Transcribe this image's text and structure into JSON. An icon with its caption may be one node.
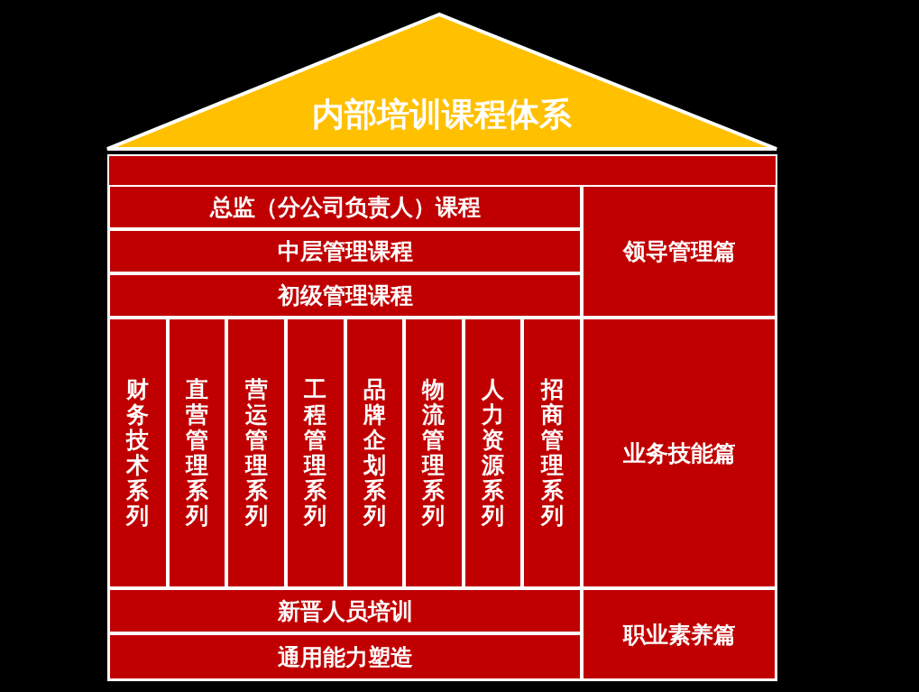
{
  "diagram": {
    "nodes": [
      {
        "text": [
          "内部培训课程体系"
        ]
      },
      {
        "text": [
          "总监（分公司负责人）课程"
        ]
      },
      {
        "text": [
          "中层管理课程"
        ]
      },
      {
        "text": [
          "初级管理课程"
        ]
      },
      {
        "text": [
          "领导管理篇"
        ]
      },
      {
        "text": [
          "财务技术系列"
        ]
      },
      {
        "text": [
          "直营管理系列"
        ]
      },
      {
        "text": [
          "营运管理系列"
        ]
      },
      {
        "text": [
          "工程管理系列"
        ]
      },
      {
        "text": [
          "品牌企划系列"
        ]
      },
      {
        "text": [
          "物流管理系列"
        ]
      },
      {
        "text": [
          "人力资源系列"
        ]
      },
      {
        "text": [
          "招商管理系列"
        ]
      },
      {
        "text": [
          "业务技能篇"
        ]
      },
      {
        "text": [
          "新晋人员培训"
        ]
      },
      {
        "text": [
          "通用能力塑造"
        ]
      },
      {
        "text": [
          "职业素养篇"
        ]
      }
    ],
    "edges": []
  }
}
